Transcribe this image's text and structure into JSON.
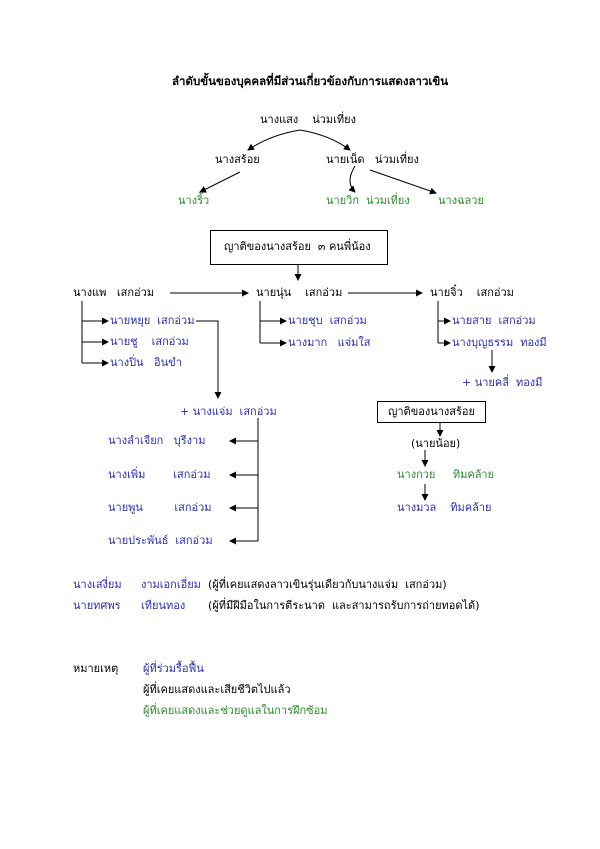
{
  "title": "ลำดับขั้นของบุคคลที่มีส่วนเกี่ยวข้องกับการแสดงลาวเขิน",
  "colors": {
    "blue": "#2b2fa6",
    "green": "#2e8b2e",
    "black": "#000000"
  },
  "top": {
    "root": "นางแสง    น่วมเที่ยง",
    "left_child": "นางสร้อย",
    "right_child": "นายเน็ด   น่วมเที่ยง",
    "gc_left": "นางริ้ว",
    "gc_mid": "นายวิก  น่วมเที่ยง",
    "gc_right": "นางฉลวย"
  },
  "relatives_box_1": "ญาติของนางสร้อย  ๓ คนพี่น้อง",
  "siblings": {
    "s1": "นางแพ   เสกอ่วม",
    "s2": "นายนุ่น    เสกอ่วม",
    "s3": "นายจิ๋ว    เสกอ่วม"
  },
  "s1_children": [
    "นายหยุย  เสกอ่วม",
    "นายชู    เสกอ่วม",
    "นางปิ่น   อินขำ"
  ],
  "s2_children": [
    "นายชุบ  เสกอ่วม",
    "นางมาก   แจ่มใส"
  ],
  "s3_children": [
    "นายสาย  เสกอ่วม",
    "นางบุญธรรม  ทองมี"
  ],
  "s3_spouse": "+ นายคลี่  ทองมี",
  "yui_spouse": "+ นางแจ่ม  เสกอ่วม",
  "jaem_children": [
    "นางลำเจียก   บุรีงาม",
    "นางเพิ่ม        เสกอ่วม",
    "นายพูน         เสกอ่วม",
    "นายประพันธ์  เสกอ่วม"
  ],
  "relatives_box_2": "ญาติของนางสร้อย",
  "noi": "(นายน้อย)",
  "noi_children": [
    "นางกวย     ทิมคล้าย",
    "นางมวล    ทิมคล้าย"
  ],
  "notes": [
    {
      "name": "นางเสงี่ยม",
      "surname": "งามเอกเอี่ยม",
      "desc": "(ผู้ที่เคยแสดงลาวเขินรุ่นเดียวกับนางแจ่ม  เสกอ่วม)"
    },
    {
      "name": "นายทศพร",
      "surname": "เทียนทอง",
      "desc": "(ผู้ที่มีฝีมือในการตีระนาด  และสามารถรับการถ่ายทอดได้)"
    }
  ],
  "legend": {
    "label": "หมายเหตุ",
    "items": [
      {
        "text": "ผู้ที่ร่วมรื้อฟื้น",
        "color": "blue"
      },
      {
        "text": "ผู้ที่เคยแสดงและเสียชีวิตไปแล้ว",
        "color": "black"
      },
      {
        "text": "ผู้ที่เคยแสดงและช่วยดูแลในการฝึกซ้อม",
        "color": "green"
      }
    ]
  }
}
